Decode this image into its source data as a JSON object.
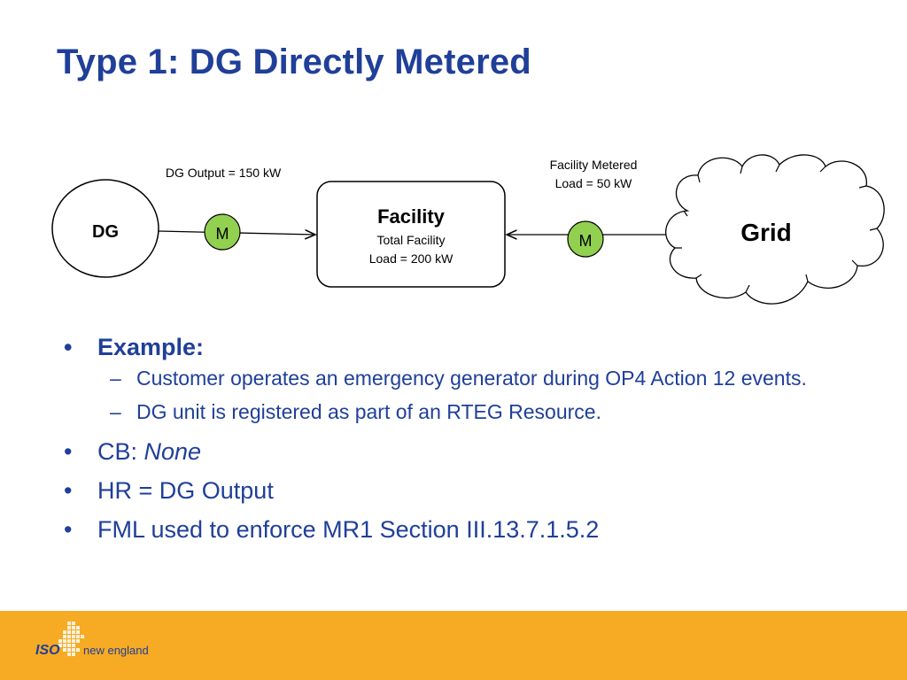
{
  "slide": {
    "title": "Type 1: DG Directly Metered"
  },
  "diagram": {
    "dg_label": "DG",
    "dg_output_label": "DG Output = 150 kW",
    "meter_left_label": "M",
    "facility_title": "Facility",
    "facility_line1": "Total Facility",
    "facility_line2": "Load = 200 kW",
    "facility_metered_line1": "Facility Metered",
    "facility_metered_line2": "Load = 50 kW",
    "meter_right_label": "M",
    "grid_label": "Grid"
  },
  "bullets": {
    "example_label": "Example:",
    "sub1": "Customer operates an emergency generator during OP4 Action 12 events.",
    "sub2": "DG unit is registered as part of an RTEG Resource.",
    "cb_prefix": "CB: ",
    "cb_value": "None",
    "hr": "HR = DG Output",
    "fml": "FML used to enforce MR1 Section III.13.7.1.5.2",
    "bullet_glyph": "•",
    "dash_glyph": "–"
  },
  "footer": {
    "logo_iso": "ISO",
    "logo_new_england": "new england",
    "color": "#f7aa23"
  },
  "colors": {
    "title_blue": "#1f3f99",
    "meter_green": "#92d050"
  }
}
